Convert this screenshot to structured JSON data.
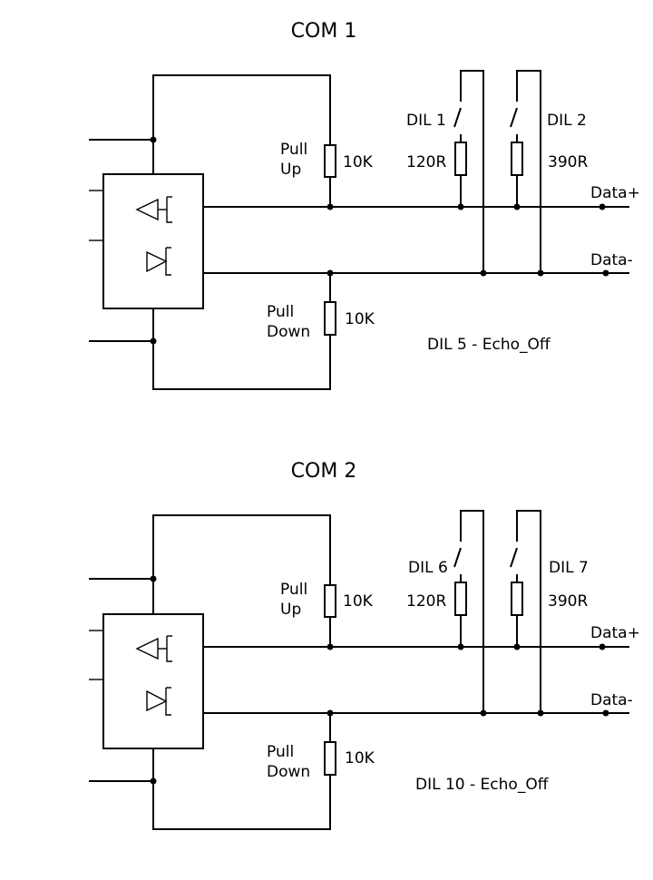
{
  "circuits": [
    {
      "title": "COM 1",
      "pull_up": [
        "Pull",
        "Up"
      ],
      "pull_up_value": "10K",
      "pull_down": [
        "Pull",
        "Down"
      ],
      "pull_down_value": "10K",
      "switch_a": "DIL 1",
      "resistor_a": "120R",
      "switch_b": "DIL 2",
      "resistor_b": "390R",
      "line_plus": "Data+",
      "line_minus": "Data-",
      "echo": "DIL 5 - Echo_Off"
    },
    {
      "title": "COM 2",
      "pull_up": [
        "Pull",
        "Up"
      ],
      "pull_up_value": "10K",
      "pull_down": [
        "Pull",
        "Down"
      ],
      "pull_down_value": "10K",
      "switch_a": "DIL 6",
      "resistor_a": "120R",
      "switch_b": "DIL 7",
      "resistor_b": "390R",
      "line_plus": "Data+",
      "line_minus": "Data-",
      "echo": "DIL 10 - Echo_Off"
    }
  ]
}
